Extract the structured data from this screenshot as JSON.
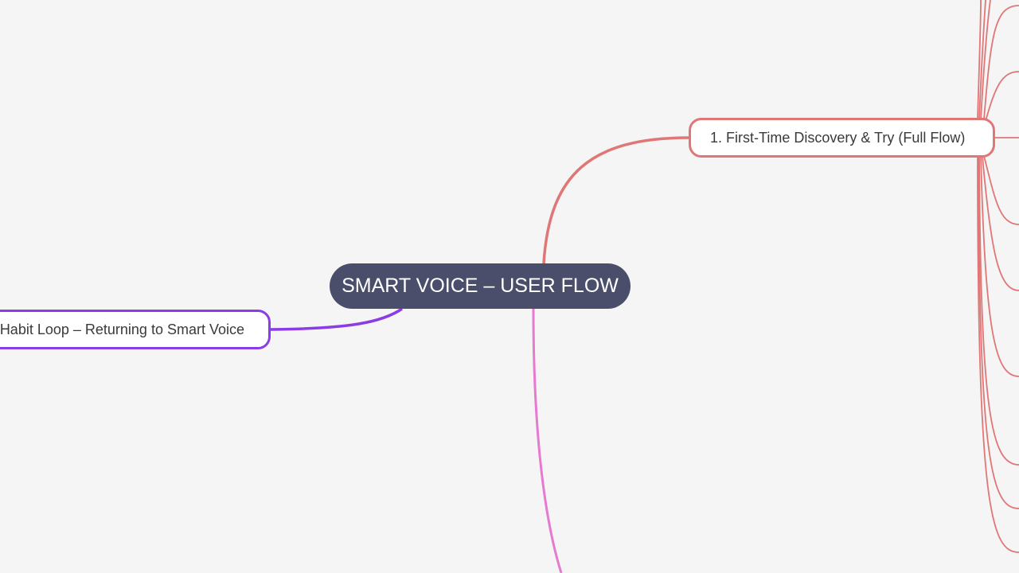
{
  "root": {
    "label": "SMART VOICE – USER FLOW",
    "color": "#4b4e6b"
  },
  "branches": [
    {
      "label": "1. First-Time Discovery & Try (Full Flow)",
      "color": "#df7777"
    },
    {
      "label": "Habit Loop – Returning to Smart Voice",
      "color": "#8a3ce6"
    },
    {
      "label": "",
      "color": "#e57ad0"
    }
  ]
}
